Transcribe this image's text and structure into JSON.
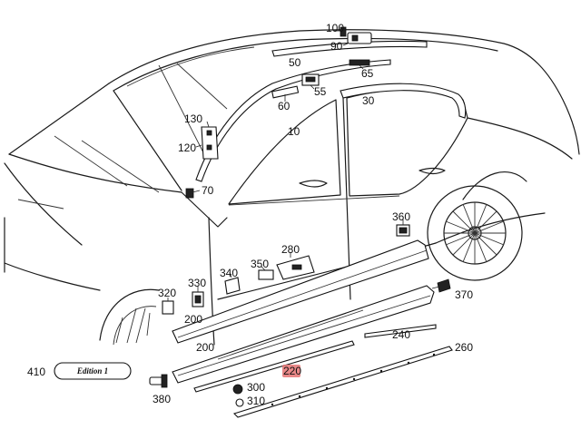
{
  "diagram": {
    "highlighted_part": "220",
    "emblem_text": "Edition 1",
    "callouts": [
      {
        "id": "100",
        "label": "100"
      },
      {
        "id": "90",
        "label": "90"
      },
      {
        "id": "50",
        "label": "50"
      },
      {
        "id": "65",
        "label": "65"
      },
      {
        "id": "55",
        "label": "55"
      },
      {
        "id": "60",
        "label": "60"
      },
      {
        "id": "30",
        "label": "30"
      },
      {
        "id": "130",
        "label": "130"
      },
      {
        "id": "10",
        "label": "10"
      },
      {
        "id": "120",
        "label": "120"
      },
      {
        "id": "70",
        "label": "70"
      },
      {
        "id": "360",
        "label": "360"
      },
      {
        "id": "280",
        "label": "280"
      },
      {
        "id": "340",
        "label": "340"
      },
      {
        "id": "350",
        "label": "350"
      },
      {
        "id": "330",
        "label": "330"
      },
      {
        "id": "320",
        "label": "320"
      },
      {
        "id": "200a",
        "label": "200"
      },
      {
        "id": "370",
        "label": "370"
      },
      {
        "id": "200b",
        "label": "200"
      },
      {
        "id": "240",
        "label": "240"
      },
      {
        "id": "260",
        "label": "260"
      },
      {
        "id": "410",
        "label": "410"
      },
      {
        "id": "220",
        "label": "220"
      },
      {
        "id": "300",
        "label": "300"
      },
      {
        "id": "380",
        "label": "380"
      },
      {
        "id": "310",
        "label": "310"
      }
    ]
  }
}
